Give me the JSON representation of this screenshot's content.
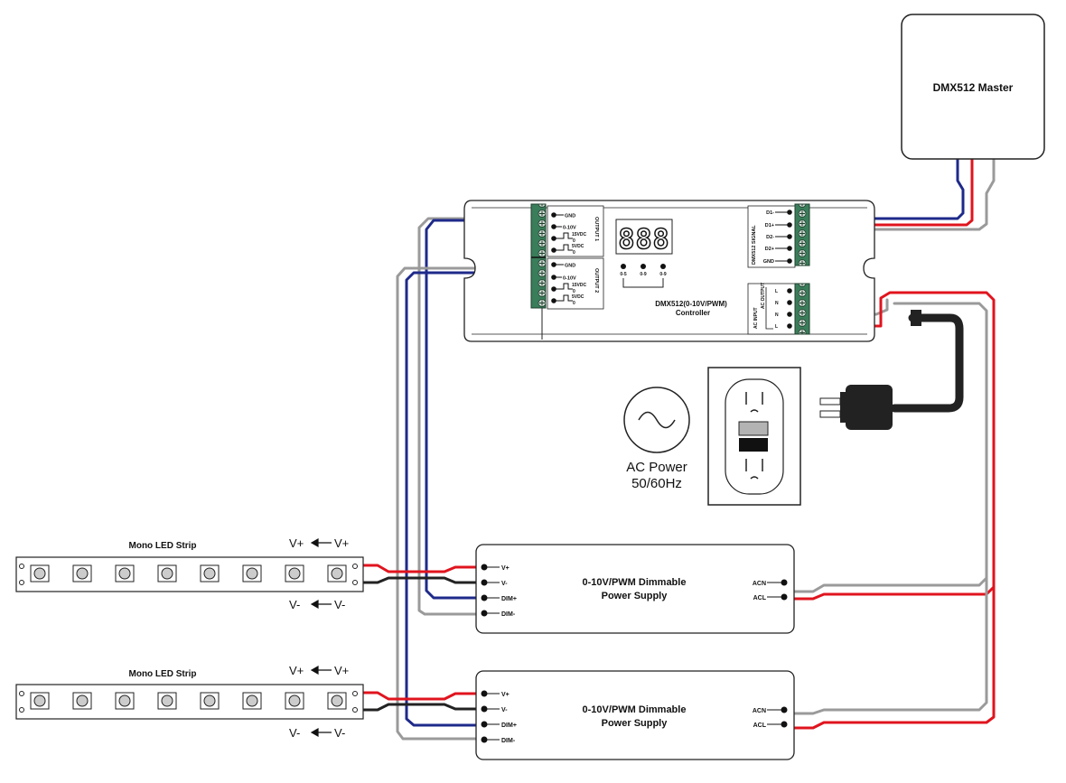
{
  "dmx_master": {
    "label": "DMX512 Master"
  },
  "controller": {
    "title": "DMX512(0-10V/PWM)",
    "subtitle": "Controller",
    "display": "888",
    "selectors": [
      "0-5",
      "0-9",
      "0-9"
    ],
    "output1": {
      "label": "OUTPUT 1",
      "terminals": [
        "GND",
        "0-10V",
        "15VDC",
        "0",
        "5VDC",
        "0"
      ]
    },
    "output2": {
      "label": "OUTPUT 2",
      "terminals": [
        "GND",
        "0-10V",
        "15VDC",
        "0",
        "5VDC",
        "0"
      ]
    },
    "dmx_signal": {
      "label": "DMX512 SIGNAL",
      "terminals": [
        "D1-",
        "D1+",
        "D2-",
        "D2+",
        "GND"
      ]
    },
    "ac": {
      "output_label": "AC OUTPUT",
      "input_label": "AC INPUT",
      "terminals": [
        "L",
        "N",
        "N",
        "L"
      ]
    }
  },
  "ac_power": {
    "line1": "AC Power",
    "line2": "50/60Hz"
  },
  "led_strips": [
    {
      "label": "Mono LED Strip",
      "vplus": "V+",
      "vplus2": "V+",
      "vminus": "V-",
      "vminus2": "V-"
    },
    {
      "label": "Mono LED Strip",
      "vplus": "V+",
      "vplus2": "V+",
      "vminus": "V-",
      "vminus2": "V-"
    }
  ],
  "power_supplies": [
    {
      "title1": "0-10V/PWM Dimmable",
      "title2": "Power Supply",
      "inputs": [
        "V+",
        "V-",
        "DIM+",
        "DIM-"
      ],
      "ac_inputs": [
        "ACN",
        "ACL"
      ]
    },
    {
      "title1": "0-10V/PWM Dimmable",
      "title2": "Power Supply",
      "inputs": [
        "V+",
        "V-",
        "DIM+",
        "DIM-"
      ],
      "ac_inputs": [
        "ACN",
        "ACL"
      ]
    }
  ],
  "colors": {
    "red": "#e0141e",
    "blue": "#1e2a8a",
    "gray": "#9a9a9a",
    "terminal": "#3a7d5a",
    "black": "#222222"
  }
}
